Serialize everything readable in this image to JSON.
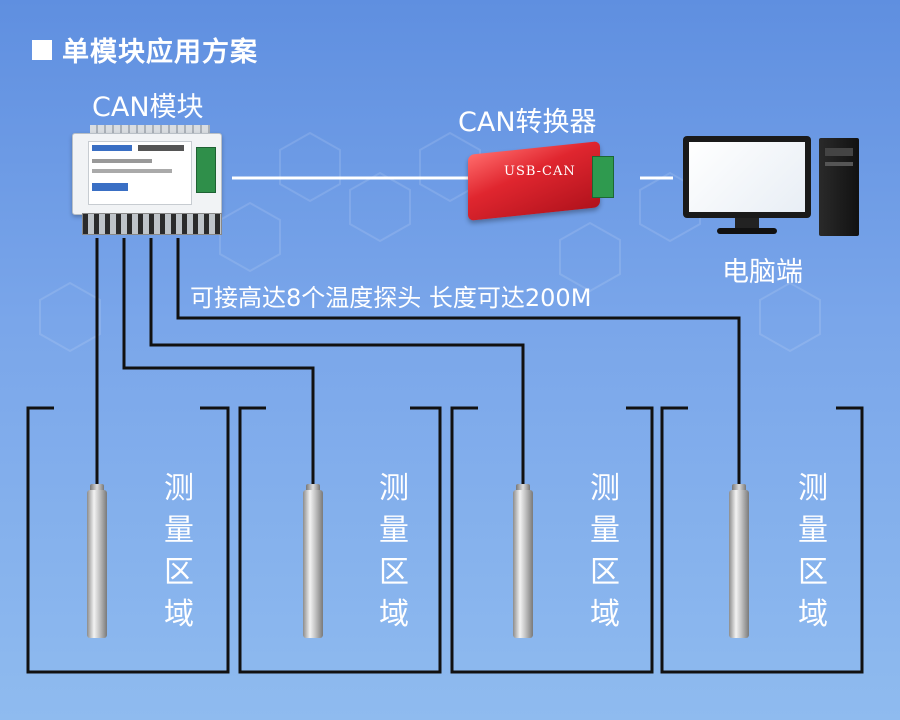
{
  "header": {
    "title": "单模块应用方案"
  },
  "labels": {
    "can_module": "CAN模块",
    "converter": "CAN转换器",
    "pc": "电脑端",
    "note": "可接高达8个温度探头 长度可达200M"
  },
  "converter_print": "USB-CAN",
  "zones": [
    {
      "label": "测量区域"
    },
    {
      "label": "测量区域"
    },
    {
      "label": "测量区域"
    },
    {
      "label": "测量区域"
    }
  ],
  "colors": {
    "bg_top": "#5f8fe0",
    "bg_bottom": "#8fbbef",
    "text": "#ffffff",
    "wire": "#111111",
    "converter_red": "#e0262f"
  }
}
